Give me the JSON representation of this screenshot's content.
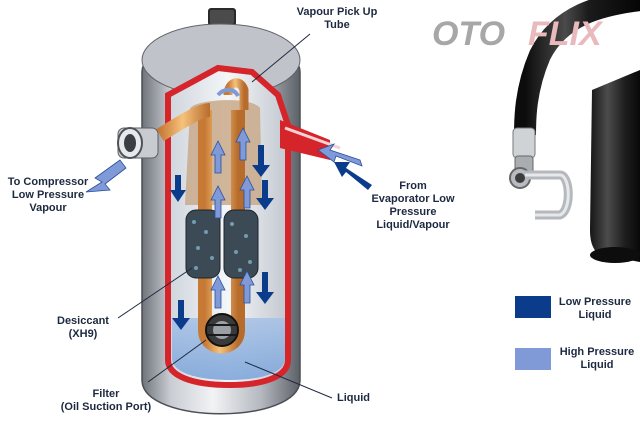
{
  "brand": {
    "prefix": "OTO",
    "suffix": "FLIX",
    "prefix_color": "#a7a7a7",
    "suffix_color": "#e9b9bd"
  },
  "labels": {
    "vapour_pickup": "Vapour Pick Up\nTube",
    "to_compressor": "To Compressor\nLow Pressure\nVapour",
    "from_evaporator": "From\nEvaporator Low\nPressure\nLiquid/Vapour",
    "desiccant": "Desiccant\n(XH9)",
    "filter": "Filter\n(Oil Suction Port)",
    "liquid": "Liquid"
  },
  "legend": [
    {
      "label": "Low Pressure\nLiquid",
      "color": "#0b3c8c"
    },
    {
      "label": "High Pressure\nLiquid",
      "color": "#7f9ad6"
    }
  ],
  "colors": {
    "shell": "#b9bdc4",
    "inner_wall": "#d6242b",
    "tube": "#e8a257",
    "arrow_light": "#7f9ad6",
    "arrow_dark": "#0b3c8c"
  }
}
